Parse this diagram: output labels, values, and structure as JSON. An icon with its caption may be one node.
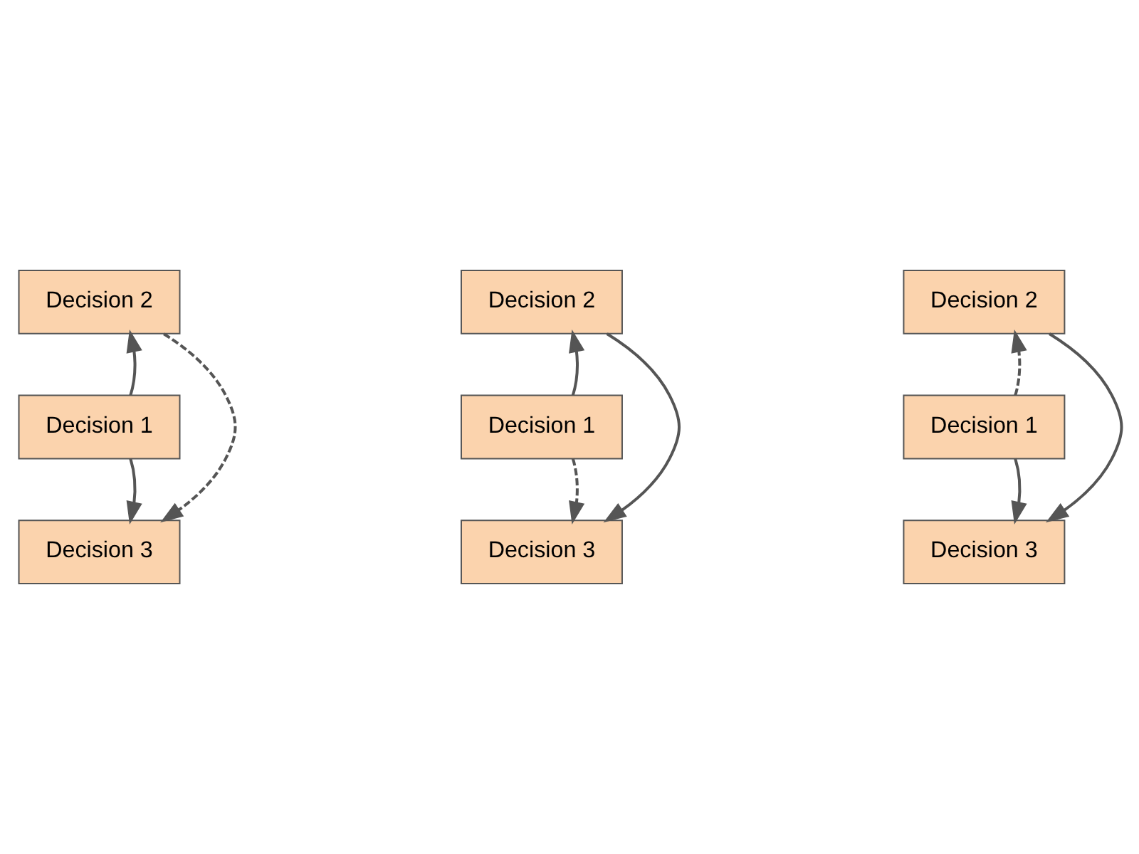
{
  "diagram": {
    "nodes": [
      {
        "text": [
          "Decision 2"
        ]
      },
      {
        "text": [
          "Decision 1"
        ]
      },
      {
        "text": [
          "Decision 3"
        ]
      },
      {
        "text": [
          "Decision 2"
        ]
      },
      {
        "text": [
          "Decision 1"
        ]
      },
      {
        "text": [
          "Decision 3"
        ]
      },
      {
        "text": [
          "Decision 2"
        ]
      },
      {
        "text": [
          "Decision 1"
        ]
      },
      {
        "text": [
          "Decision 3"
        ]
      }
    ],
    "edges": [
      {
        "from": 1,
        "to": 0,
        "arrow": "to"
      },
      {
        "from": 1,
        "to": 2,
        "arrow": "to"
      },
      {
        "from": 0,
        "to": 2,
        "arrow": "to",
        "style": "dashed"
      },
      {
        "from": 4,
        "to": 3,
        "arrow": "to"
      },
      {
        "from": 3,
        "to": 5,
        "arrow": "to"
      },
      {
        "from": 4,
        "to": 5,
        "arrow": "to",
        "style": "dashed"
      },
      {
        "from": 7,
        "to": 6,
        "arrow": "to",
        "style": "dashed"
      },
      {
        "from": 7,
        "to": 8,
        "arrow": "to"
      },
      {
        "from": 6,
        "to": 8,
        "arrow": "to"
      }
    ]
  }
}
